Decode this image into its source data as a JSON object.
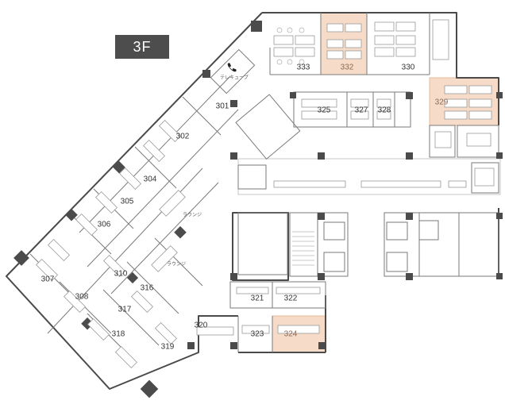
{
  "floor": {
    "label": "3F"
  },
  "colors": {
    "highlight": "#f6dcc8",
    "highlight_stroke": "#e8b896",
    "wall": "#4a4a4a",
    "badge": "#4d4d4d"
  },
  "phone": {
    "icon": "phone-icon",
    "label": "テレキューブ"
  },
  "lounges": [
    {
      "id": "lounge-upper",
      "label": "ラウンジ"
    },
    {
      "id": "lounge-lower",
      "label": "ラウンジ"
    }
  ],
  "rooms": [
    {
      "id": "301",
      "label": "301",
      "highlighted": false
    },
    {
      "id": "302",
      "label": "302",
      "highlighted": false
    },
    {
      "id": "304",
      "label": "304",
      "highlighted": false
    },
    {
      "id": "305",
      "label": "305",
      "highlighted": false
    },
    {
      "id": "306",
      "label": "306",
      "highlighted": false
    },
    {
      "id": "307",
      "label": "307",
      "highlighted": false
    },
    {
      "id": "308",
      "label": "308",
      "highlighted": false
    },
    {
      "id": "310",
      "label": "310",
      "highlighted": false
    },
    {
      "id": "316",
      "label": "316",
      "highlighted": false
    },
    {
      "id": "317",
      "label": "317",
      "highlighted": false
    },
    {
      "id": "318",
      "label": "318",
      "highlighted": false
    },
    {
      "id": "319",
      "label": "319",
      "highlighted": false
    },
    {
      "id": "320",
      "label": "320",
      "highlighted": false
    },
    {
      "id": "321",
      "label": "321",
      "highlighted": false
    },
    {
      "id": "322",
      "label": "322",
      "highlighted": false
    },
    {
      "id": "323",
      "label": "323",
      "highlighted": false
    },
    {
      "id": "324",
      "label": "324",
      "highlighted": true
    },
    {
      "id": "325",
      "label": "325",
      "highlighted": false
    },
    {
      "id": "327",
      "label": "327",
      "highlighted": false
    },
    {
      "id": "328",
      "label": "328",
      "highlighted": false
    },
    {
      "id": "329",
      "label": "329",
      "highlighted": true
    },
    {
      "id": "330",
      "label": "330",
      "highlighted": false
    },
    {
      "id": "332",
      "label": "332",
      "highlighted": true
    },
    {
      "id": "333",
      "label": "333",
      "highlighted": false
    }
  ]
}
